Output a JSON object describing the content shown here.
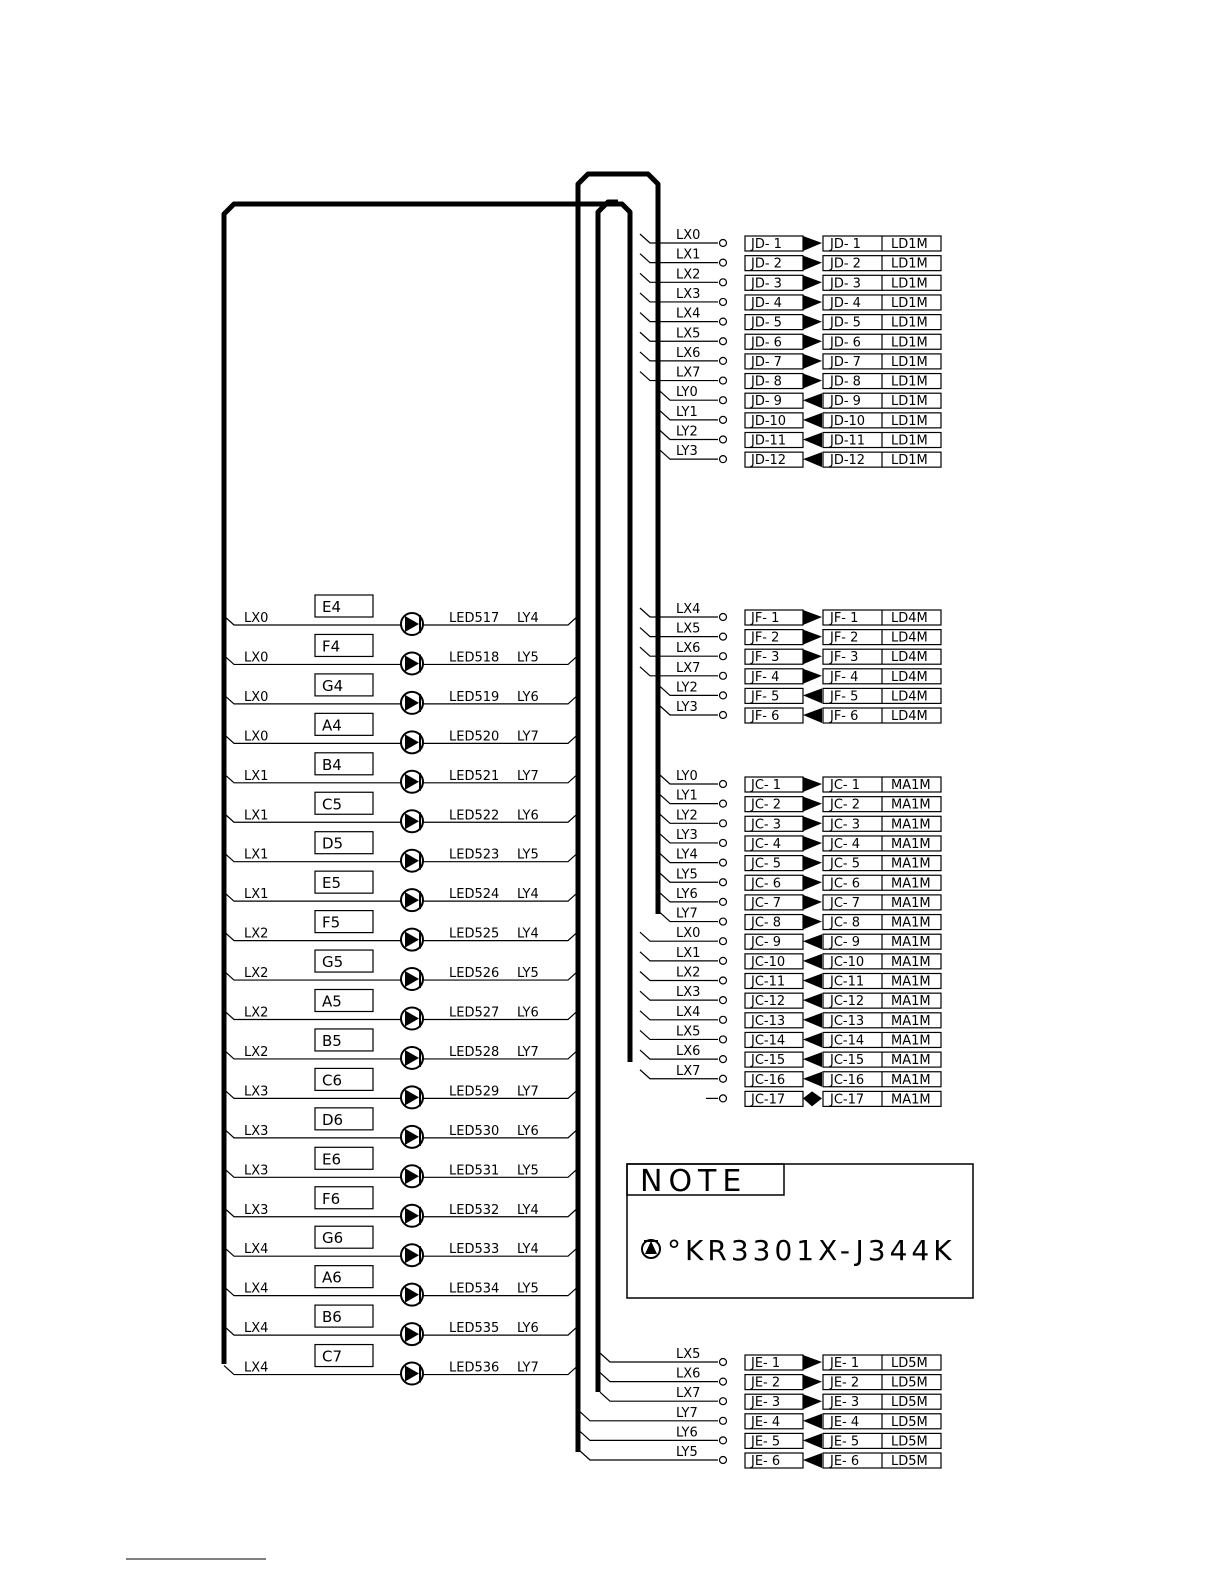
{
  "colors": {
    "ink": "#000000",
    "paper": "#ffffff"
  },
  "note": {
    "title": "NOTE",
    "part_symbol": "up-triangle-icon",
    "part_number": "°KR3301X-J344K"
  },
  "leds": [
    {
      "box": "E4",
      "lx": "LX0",
      "led": "LED517",
      "ly": "LY4"
    },
    {
      "box": "F4",
      "lx": "LX0",
      "led": "LED518",
      "ly": "LY5"
    },
    {
      "box": "G4",
      "lx": "LX0",
      "led": "LED519",
      "ly": "LY6"
    },
    {
      "box": "A4",
      "lx": "LX0",
      "led": "LED520",
      "ly": "LY7"
    },
    {
      "box": "B4",
      "lx": "LX1",
      "led": "LED521",
      "ly": "LY7"
    },
    {
      "box": "C5",
      "lx": "LX1",
      "led": "LED522",
      "ly": "LY6"
    },
    {
      "box": "D5",
      "lx": "LX1",
      "led": "LED523",
      "ly": "LY5"
    },
    {
      "box": "E5",
      "lx": "LX1",
      "led": "LED524",
      "ly": "LY4"
    },
    {
      "box": "F5",
      "lx": "LX2",
      "led": "LED525",
      "ly": "LY4"
    },
    {
      "box": "G5",
      "lx": "LX2",
      "led": "LED526",
      "ly": "LY5"
    },
    {
      "box": "A5",
      "lx": "LX2",
      "led": "LED527",
      "ly": "LY6"
    },
    {
      "box": "B5",
      "lx": "LX2",
      "led": "LED528",
      "ly": "LY7"
    },
    {
      "box": "C6",
      "lx": "LX3",
      "led": "LED529",
      "ly": "LY7"
    },
    {
      "box": "D6",
      "lx": "LX3",
      "led": "LED530",
      "ly": "LY6"
    },
    {
      "box": "E6",
      "lx": "LX3",
      "led": "LED531",
      "ly": "LY5"
    },
    {
      "box": "F6",
      "lx": "LX3",
      "led": "LED532",
      "ly": "LY4"
    },
    {
      "box": "G6",
      "lx": "LX4",
      "led": "LED533",
      "ly": "LY4"
    },
    {
      "box": "A6",
      "lx": "LX4",
      "led": "LED534",
      "ly": "LY5"
    },
    {
      "box": "B6",
      "lx": "LX4",
      "led": "LED535",
      "ly": "LY6"
    },
    {
      "box": "C7",
      "lx": "LX4",
      "led": "LED536",
      "ly": "LY7"
    }
  ],
  "connectors": [
    {
      "name": "JD",
      "rows": [
        {
          "signal": "LX0",
          "left": "JD- 1",
          "dir": "right",
          "right": "JD- 1",
          "type": "LD1M"
        },
        {
          "signal": "LX1",
          "left": "JD- 2",
          "dir": "right",
          "right": "JD- 2",
          "type": "LD1M"
        },
        {
          "signal": "LX2",
          "left": "JD- 3",
          "dir": "right",
          "right": "JD- 3",
          "type": "LD1M"
        },
        {
          "signal": "LX3",
          "left": "JD- 4",
          "dir": "right",
          "right": "JD- 4",
          "type": "LD1M"
        },
        {
          "signal": "LX4",
          "left": "JD- 5",
          "dir": "right",
          "right": "JD- 5",
          "type": "LD1M"
        },
        {
          "signal": "LX5",
          "left": "JD- 6",
          "dir": "right",
          "right": "JD- 6",
          "type": "LD1M"
        },
        {
          "signal": "LX6",
          "left": "JD- 7",
          "dir": "right",
          "right": "JD- 7",
          "type": "LD1M"
        },
        {
          "signal": "LX7",
          "left": "JD- 8",
          "dir": "right",
          "right": "JD- 8",
          "type": "LD1M"
        },
        {
          "signal": "LY0",
          "left": "JD- 9",
          "dir": "left",
          "right": "JD- 9",
          "type": "LD1M"
        },
        {
          "signal": "LY1",
          "left": "JD-10",
          "dir": "left",
          "right": "JD-10",
          "type": "LD1M"
        },
        {
          "signal": "LY2",
          "left": "JD-11",
          "dir": "left",
          "right": "JD-11",
          "type": "LD1M"
        },
        {
          "signal": "LY3",
          "left": "JD-12",
          "dir": "left",
          "right": "JD-12",
          "type": "LD1M"
        }
      ]
    },
    {
      "name": "JF",
      "rows": [
        {
          "signal": "LX4",
          "left": "JF- 1",
          "dir": "right",
          "right": "JF- 1",
          "type": "LD4M"
        },
        {
          "signal": "LX5",
          "left": "JF- 2",
          "dir": "right",
          "right": "JF- 2",
          "type": "LD4M"
        },
        {
          "signal": "LX6",
          "left": "JF- 3",
          "dir": "right",
          "right": "JF- 3",
          "type": "LD4M"
        },
        {
          "signal": "LX7",
          "left": "JF- 4",
          "dir": "right",
          "right": "JF- 4",
          "type": "LD4M"
        },
        {
          "signal": "LY2",
          "left": "JF- 5",
          "dir": "left",
          "right": "JF- 5",
          "type": "LD4M"
        },
        {
          "signal": "LY3",
          "left": "JF- 6",
          "dir": "left",
          "right": "JF- 6",
          "type": "LD4M"
        }
      ]
    },
    {
      "name": "JC",
      "rows": [
        {
          "signal": "LY0",
          "left": "JC- 1",
          "dir": "right",
          "right": "JC- 1",
          "type": "MA1M"
        },
        {
          "signal": "LY1",
          "left": "JC- 2",
          "dir": "right",
          "right": "JC- 2",
          "type": "MA1M"
        },
        {
          "signal": "LY2",
          "left": "JC- 3",
          "dir": "right",
          "right": "JC- 3",
          "type": "MA1M"
        },
        {
          "signal": "LY3",
          "left": "JC- 4",
          "dir": "right",
          "right": "JC- 4",
          "type": "MA1M"
        },
        {
          "signal": "LY4",
          "left": "JC- 5",
          "dir": "right",
          "right": "JC- 5",
          "type": "MA1M"
        },
        {
          "signal": "LY5",
          "left": "JC- 6",
          "dir": "right",
          "right": "JC- 6",
          "type": "MA1M"
        },
        {
          "signal": "LY6",
          "left": "JC- 7",
          "dir": "right",
          "right": "JC- 7",
          "type": "MA1M"
        },
        {
          "signal": "LY7",
          "left": "JC- 8",
          "dir": "right",
          "right": "JC- 8",
          "type": "MA1M"
        },
        {
          "signal": "LX0",
          "left": "JC- 9",
          "dir": "left",
          "right": "JC- 9",
          "type": "MA1M"
        },
        {
          "signal": "LX1",
          "left": "JC-10",
          "dir": "left",
          "right": "JC-10",
          "type": "MA1M"
        },
        {
          "signal": "LX2",
          "left": "JC-11",
          "dir": "left",
          "right": "JC-11",
          "type": "MA1M"
        },
        {
          "signal": "LX3",
          "left": "JC-12",
          "dir": "left",
          "right": "JC-12",
          "type": "MA1M"
        },
        {
          "signal": "LX4",
          "left": "JC-13",
          "dir": "left",
          "right": "JC-13",
          "type": "MA1M"
        },
        {
          "signal": "LX5",
          "left": "JC-14",
          "dir": "left",
          "right": "JC-14",
          "type": "MA1M"
        },
        {
          "signal": "LX6",
          "left": "JC-15",
          "dir": "left",
          "right": "JC-15",
          "type": "MA1M"
        },
        {
          "signal": "LX7",
          "left": "JC-16",
          "dir": "left",
          "right": "JC-16",
          "type": "MA1M"
        },
        {
          "signal": "",
          "left": "JC-17",
          "dir": "both",
          "right": "JC-17",
          "type": "MA1M"
        }
      ]
    },
    {
      "name": "JE",
      "rows": [
        {
          "signal": "LX5",
          "left": "JE- 1",
          "dir": "right",
          "right": "JE- 1",
          "type": "LD5M"
        },
        {
          "signal": "LX6",
          "left": "JE- 2",
          "dir": "right",
          "right": "JE- 2",
          "type": "LD5M"
        },
        {
          "signal": "LX7",
          "left": "JE- 3",
          "dir": "right",
          "right": "JE- 3",
          "type": "LD5M"
        },
        {
          "signal": "LY7",
          "left": "JE- 4",
          "dir": "left",
          "right": "JE- 4",
          "type": "LD5M"
        },
        {
          "signal": "LY6",
          "left": "JE- 5",
          "dir": "left",
          "right": "JE- 5",
          "type": "LD5M"
        },
        {
          "signal": "LY5",
          "left": "JE- 6",
          "dir": "left",
          "right": "JE- 6",
          "type": "LD5M"
        }
      ]
    }
  ]
}
